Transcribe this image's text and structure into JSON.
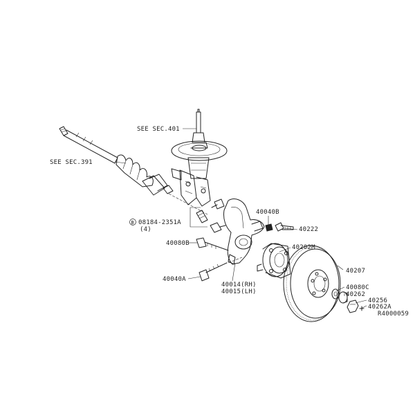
{
  "labels": {
    "see_sec_401": "SEE SEC.401",
    "see_sec_391": "SEE SEC.391",
    "bolt_circle": "B",
    "bolt_part": "08184-2351A",
    "bolt_qty": "(4)",
    "p40040b": "40040B",
    "p40222": "40222",
    "p40080b": "40080B",
    "p40202m": "40202M",
    "p40207": "40207",
    "p40040a": "40040A",
    "p40014": "40014(RH)",
    "p40015": "40015(LH)",
    "p40080c": "40080C",
    "p40262": "40262",
    "p40256": "40256",
    "p40262a": "40262A",
    "ref": "R4000059"
  }
}
